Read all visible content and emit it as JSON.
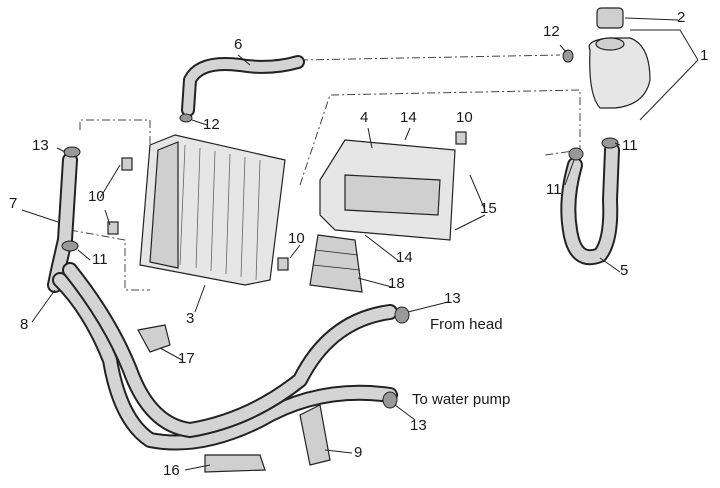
{
  "callouts": [
    {
      "id": "c1",
      "text": "1"
    },
    {
      "id": "c2",
      "text": "2"
    },
    {
      "id": "c3",
      "text": "12"
    },
    {
      "id": "c4",
      "text": "6"
    },
    {
      "id": "c5",
      "text": "12"
    },
    {
      "id": "c6",
      "text": "4"
    },
    {
      "id": "c7",
      "text": "14"
    },
    {
      "id": "c8",
      "text": "10"
    },
    {
      "id": "c9",
      "text": "11"
    },
    {
      "id": "c10",
      "text": "11"
    },
    {
      "id": "c11",
      "text": "13"
    },
    {
      "id": "c12",
      "text": "10"
    },
    {
      "id": "c13",
      "text": "7"
    },
    {
      "id": "c14",
      "text": "10"
    },
    {
      "id": "c15",
      "text": "15"
    },
    {
      "id": "c16",
      "text": "11"
    },
    {
      "id": "c17",
      "text": "14"
    },
    {
      "id": "c18",
      "text": "18"
    },
    {
      "id": "c19",
      "text": "5"
    },
    {
      "id": "c20",
      "text": "3"
    },
    {
      "id": "c21",
      "text": "8"
    },
    {
      "id": "c22",
      "text": "13"
    },
    {
      "id": "c23",
      "text": "17"
    },
    {
      "id": "c24",
      "text": "13"
    },
    {
      "id": "c25",
      "text": "9"
    },
    {
      "id": "c26",
      "text": "16"
    }
  ],
  "annotations": {
    "from_head": "From head",
    "to_water_pump": "To water pump"
  }
}
